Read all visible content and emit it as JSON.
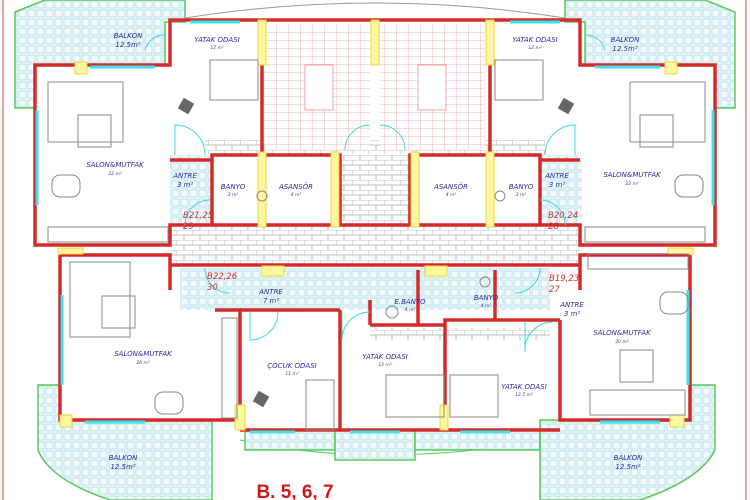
{
  "plan_title": "B. 5, 6, 7",
  "colors": {
    "wall": "#d42a2a",
    "window": "#3fe0e8",
    "column": "#fff6a0",
    "balcony_edge": "#5ac85a",
    "label": "#2a2aa0",
    "unit_code": "#d03030"
  },
  "rooms": {
    "tl_balkon": {
      "name": "BALKON",
      "area": "12.5m²"
    },
    "tl_yatak": {
      "name": "YATAK ODASI",
      "area": "12 m²"
    },
    "tl_salon": {
      "name": "SALON&MUTFAK",
      "area": "22 m²"
    },
    "tl_antre": {
      "name": "ANTRE",
      "area": "3 m²"
    },
    "tl_banyo": {
      "name": "BANYO",
      "area": "3 m²"
    },
    "tl_asansor": {
      "name": "ASANSÖR",
      "area": "4 m²"
    },
    "tr_balkon": {
      "name": "BALKON",
      "area": "12.5m²"
    },
    "tr_yatak": {
      "name": "YATAK ODASI",
      "area": "12 m²"
    },
    "tr_salon": {
      "name": "SALON&MUTFAK",
      "area": "22 m²"
    },
    "tr_antre": {
      "name": "ANTRE",
      "area": "3 m²"
    },
    "tr_banyo": {
      "name": "BANYO",
      "area": "3 m²"
    },
    "tr_asansor": {
      "name": "ASANSÖR",
      "area": "4 m²"
    },
    "bl_antre": {
      "name": "ANTRE",
      "area": "7 m²"
    },
    "bl_salon": {
      "name": "SALON&MUTFAK",
      "area": "26 m²"
    },
    "bl_cocuk": {
      "name": "ÇOCUK ODASI",
      "area": "11 m²"
    },
    "bl_balkon": {
      "name": "BALKON",
      "area": "12.5m²"
    },
    "bm_ebanyo": {
      "name": "E.BANYO",
      "area": "4 m²"
    },
    "bm_yatak": {
      "name": "YATAK ODASI",
      "area": "12 m²"
    },
    "br_banyo": {
      "name": "BANYO",
      "area": "4 m²"
    },
    "br_antre": {
      "name": "ANTRE",
      "area": "3 m²"
    },
    "br_yatak": {
      "name": "YATAK ODASI",
      "area": "12.5 m²"
    },
    "br_salon": {
      "name": "SALON&MUTFAK",
      "area": "20 m²"
    },
    "br_balkon": {
      "name": "BALKON",
      "area": "12.5m²"
    }
  },
  "unit_codes": {
    "tl": [
      "B21,25",
      "29"
    ],
    "tr": [
      "B20,24",
      "28"
    ],
    "bl": [
      "B22,26",
      "30"
    ],
    "br": [
      "B19,23",
      "27"
    ]
  }
}
